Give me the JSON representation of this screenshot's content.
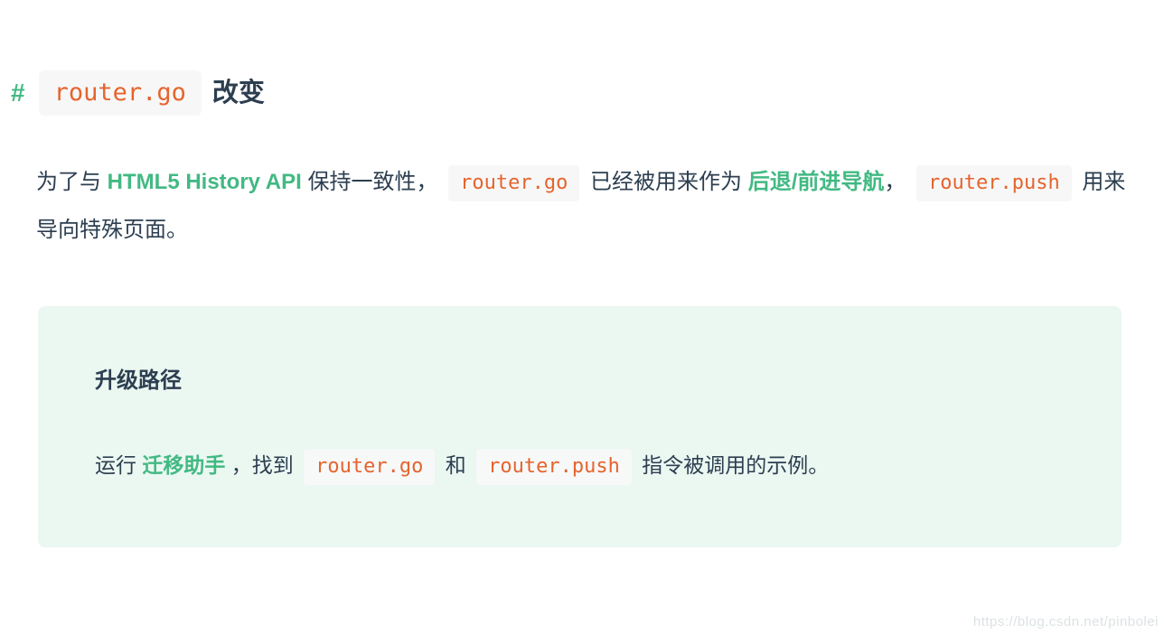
{
  "colors": {
    "accent_green": "#42b983",
    "code_orange": "#e5642d",
    "body_text": "#2c3e50",
    "code_chip_bg": "#f7f7f8",
    "tip_box_bg": "#ebf7f1"
  },
  "heading": {
    "anchor": "#",
    "code": "router.go",
    "title": "改变"
  },
  "paragraph": {
    "segments": [
      {
        "type": "text",
        "text": "为了与 "
      },
      {
        "type": "link",
        "text": "HTML5 History API"
      },
      {
        "type": "text",
        "text": " 保持一致性， "
      },
      {
        "type": "code",
        "text": "router.go"
      },
      {
        "type": "text",
        "text": " 已经被用来作为 "
      },
      {
        "type": "link",
        "text": "后退/前进导航"
      },
      {
        "type": "text",
        "text": "， "
      },
      {
        "type": "code",
        "text": "router.push"
      },
      {
        "type": "text",
        "text": " 用来导向特殊页面。"
      }
    ]
  },
  "tip": {
    "title": "升级路径",
    "segments": [
      {
        "type": "text",
        "text": "运行 "
      },
      {
        "type": "link",
        "text": "迁移助手"
      },
      {
        "type": "text",
        "text": " ，找到 "
      },
      {
        "type": "code",
        "text": "router.go"
      },
      {
        "type": "text",
        "text": " 和 "
      },
      {
        "type": "code",
        "text": "router.push"
      },
      {
        "type": "text",
        "text": " 指令被调用的示例。"
      }
    ]
  },
  "watermark": "https://blog.csdn.net/pinbolei"
}
